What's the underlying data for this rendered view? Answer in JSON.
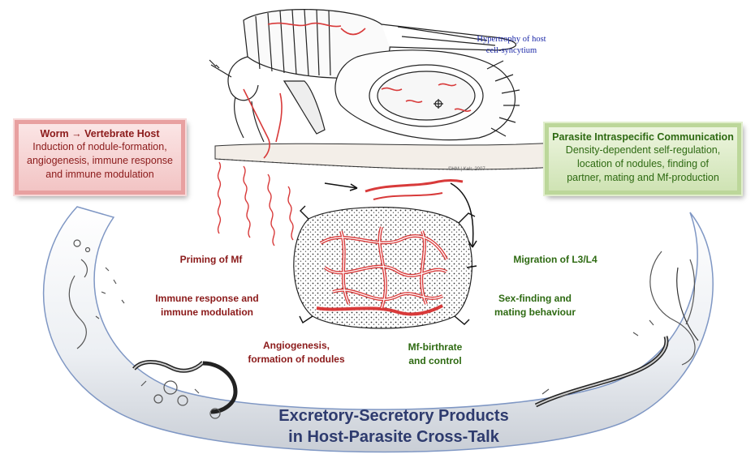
{
  "box_left": {
    "title_a": "Worm",
    "arrow": "→",
    "title_b": "Vertebrate Host",
    "body": [
      "Induction of nodule-formation,",
      "angiogenesis, immune response",
      "and immune modulation"
    ]
  },
  "box_right": {
    "title": "Parasite Intraspecific Communication",
    "body": [
      "Density-dependent self-regulation,",
      "location of nodules, finding of",
      "partner, mating and Mf-production"
    ]
  },
  "fly_label": [
    "Hypertrophy of host",
    "cell-syncytium"
  ],
  "credit": "©HM | Kelr, 2007",
  "labels_red": {
    "priming": "Priming of Mf",
    "immune": [
      "Immune response and",
      "immune modulation"
    ],
    "angio": [
      "Angiogenesis,",
      "formation of nodules"
    ]
  },
  "labels_green": {
    "migration": "Migration of L3/L4",
    "sex": [
      "Sex-finding and",
      "mating behaviour"
    ],
    "mf": [
      "Mf-birthrate",
      "and control"
    ]
  },
  "main_title": [
    "Excretory-Secretory Products",
    "in Host-Parasite Cross-Talk"
  ],
  "colors": {
    "red_text": "#8b1a1a",
    "green_text": "#2e6a12",
    "title_blue": "#2e3b6e",
    "worm_red": "#d83a3a"
  }
}
